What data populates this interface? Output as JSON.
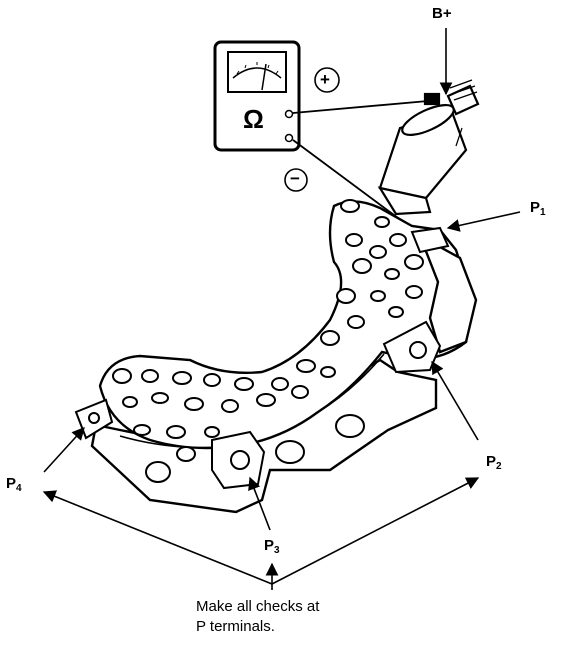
{
  "labels": {
    "b_plus": "B+",
    "p1": "P",
    "p1_sub": "1",
    "p2": "P",
    "p2_sub": "2",
    "p3": "P",
    "p3_sub": "3",
    "p4": "P",
    "p4_sub": "4",
    "ohm_symbol": "Ω",
    "plus_symbol": "+",
    "minus_symbol": "−"
  },
  "caption": {
    "line1": "Make all checks at",
    "line2": "P terminals."
  },
  "colors": {
    "ink": "#000000",
    "paper": "#ffffff"
  }
}
